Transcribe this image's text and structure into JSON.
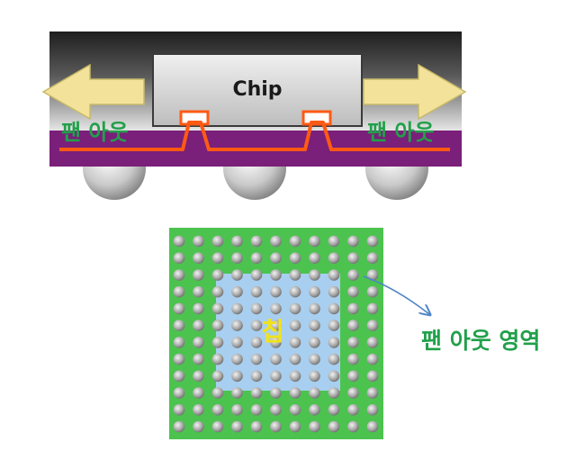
{
  "cross_section": {
    "chip_label": "Chip",
    "fan_out_left_label": "팬 아웃",
    "fan_out_right_label": "팬 아웃"
  },
  "top_view": {
    "chip_label": "칩",
    "fan_out_area_label": "팬 아웃 영역",
    "ball_grid": {
      "rows": 12,
      "cols": 11
    }
  },
  "colors": {
    "mold_dark": "#2b2b2b",
    "mold_light": "#d9d9d9",
    "chip_fill": "#d8d8d8",
    "substrate": "#7a1f7a",
    "trace": "#ff5a14",
    "arrow_fill": "#f3e39a",
    "fan_out_text": "#21a04a",
    "board_green": "#4cc34f",
    "chip_area_blue": "#a8cff0",
    "chip_text": "#f2e21a",
    "pointer_line": "#4f86c6"
  }
}
